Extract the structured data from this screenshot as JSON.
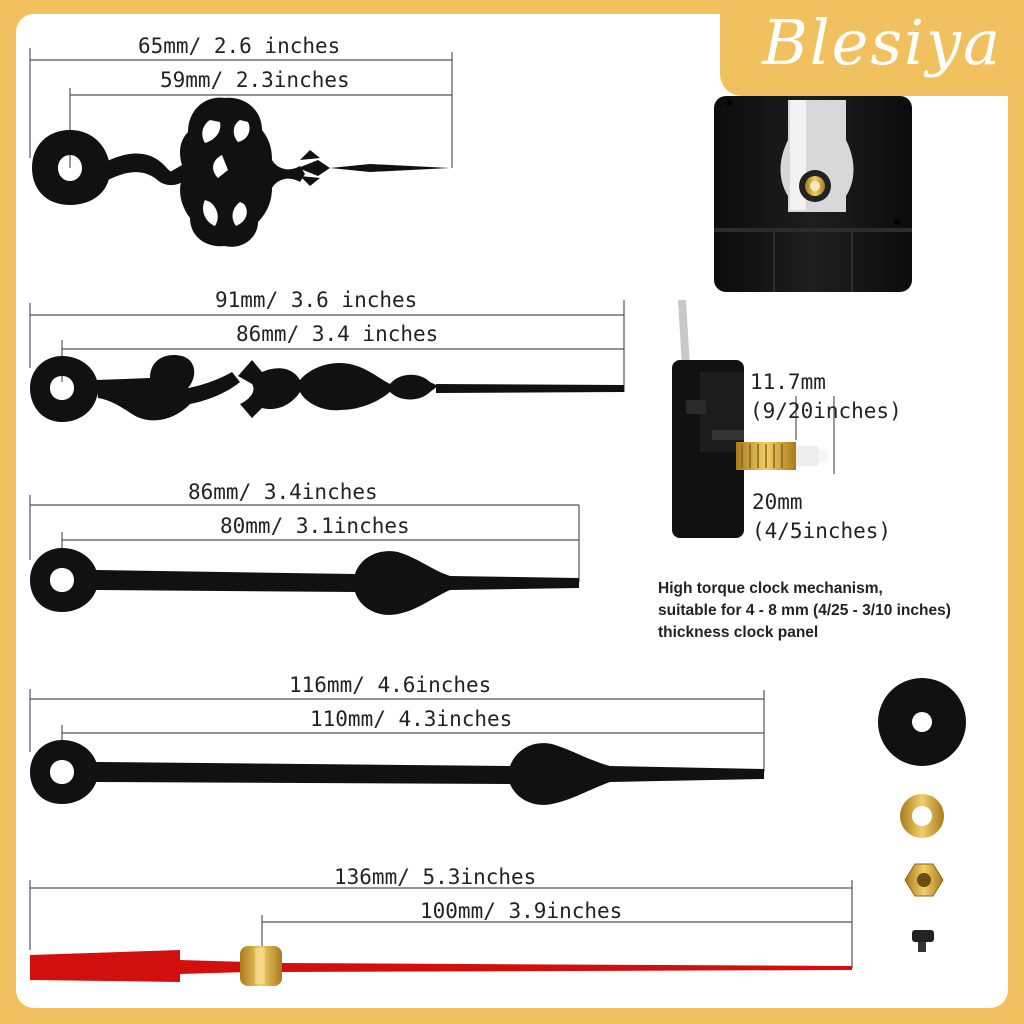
{
  "brand": {
    "name": "Blesiya"
  },
  "hands": [
    {
      "overall": "65mm/ 2.6 inches",
      "center": "59mm/ 2.3inches"
    },
    {
      "overall": "91mm/ 3.6 inches",
      "center": "86mm/ 3.4 inches"
    },
    {
      "overall": "86mm/ 3.4inches",
      "center": "80mm/ 3.1inches"
    },
    {
      "overall": "116mm/ 4.6inches",
      "center": "110mm/ 4.3inches"
    },
    {
      "overall": "136mm/ 5.3inches",
      "center": "100mm/ 3.9inches"
    }
  ],
  "mechanism": {
    "shaft_dims": {
      "a_mm": "11.7mm",
      "a_in": "(9/20inches)",
      "b_mm": "20mm",
      "b_in": "(4/5inches)"
    },
    "caption": {
      "line1": "High torque clock mechanism,",
      "line2": "suitable for 4 - 8 mm (4/25 - 3/10 inches)",
      "line3": "thickness clock panel"
    }
  },
  "colors": {
    "border": "#f2c15f",
    "hands": "#111111",
    "second_hand": "#d20f0f",
    "brass": "#d4a93c"
  },
  "accessories": [
    "rubber-washer",
    "brass-washer",
    "hex-nut",
    "hanger-screw"
  ]
}
